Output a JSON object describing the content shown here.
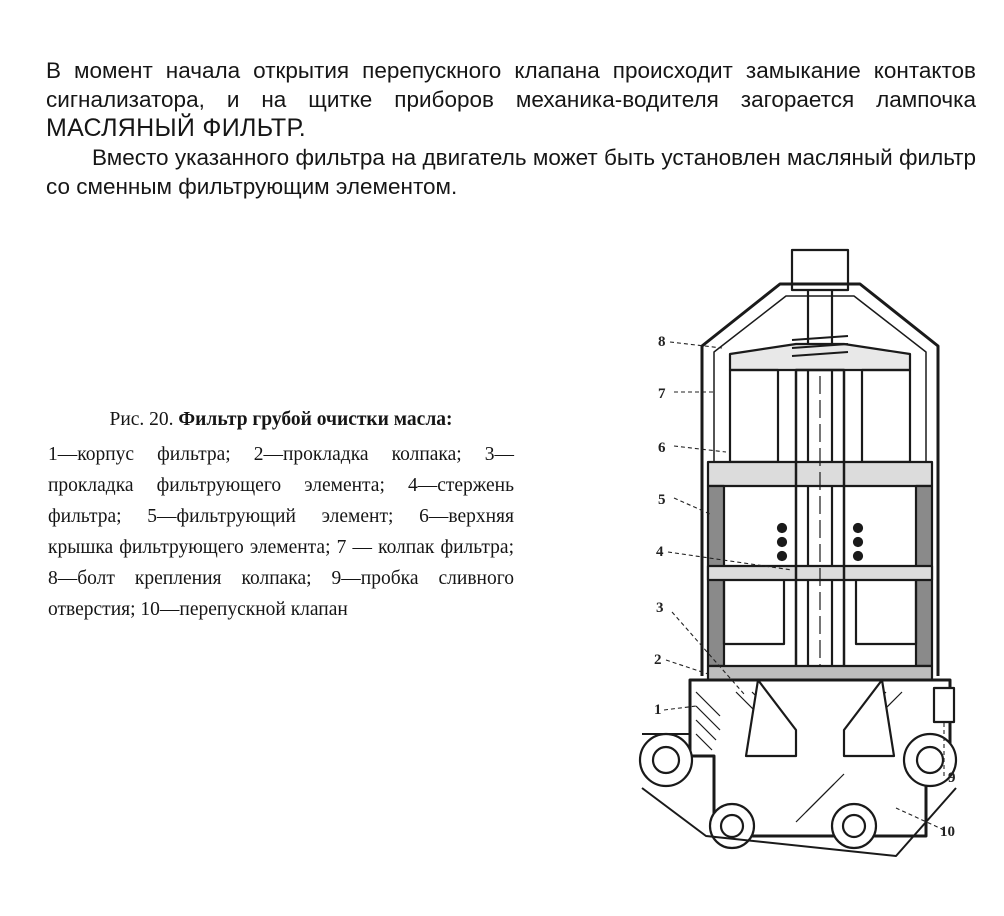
{
  "text": {
    "para1_before": "В момент начала открытия перепускного клапана происходит замыкание контактов сигнализатора, и на щитке приборов механика-водителя загорается лампочка ",
    "para1_caps": "МАСЛЯНЫЙ ФИЛЬТР.",
    "para2": "Вместо указанного фильтра на двигатель может быть установлен масляный фильтр со сменным фильтрующим элементом."
  },
  "caption": {
    "fig_label": "Рис. 20. ",
    "fig_title": "Фильтр грубой очистки масла:",
    "legend": "1—корпус фильтра; 2—прокладка колпака; 3—прокладка фильтрующего элемента; 4—стержень фильтра; 5—фильтрующий элемент; 6—верхняя крышка фильтрующего элемента; 7 — колпак фильтра; 8—болт крепления колпака; 9—пробка сливного отверстия; 10—перепускной клапан"
  },
  "figure": {
    "callouts": [
      "8",
      "7",
      "6",
      "5",
      "4",
      "3",
      "2",
      "1",
      "9",
      "10"
    ]
  }
}
